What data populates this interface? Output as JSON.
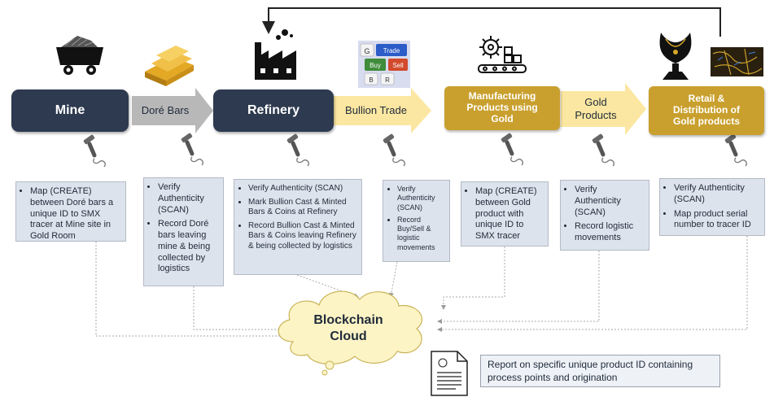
{
  "stages": [
    {
      "id": "mine",
      "label": "Mine"
    },
    {
      "id": "refinery",
      "label": "Refinery"
    },
    {
      "id": "manufacturing",
      "label": "Manufacturing\nProducts using\nGold"
    },
    {
      "id": "retail",
      "label": "Retail &\nDistribution of\nGold products"
    }
  ],
  "arrows": {
    "dore_bars": "Doré Bars",
    "bullion_trade": "Bullion Trade",
    "gold_products": "Gold\nProducts"
  },
  "trade_icon": {
    "keys": [
      "G",
      "Trade",
      "Buy",
      "Sell",
      "B",
      "R"
    ]
  },
  "boxes": {
    "mine": [
      "Map (CREATE) between Doré bars a unique ID to SMX tracer at Mine site in Gold Room"
    ],
    "dore": [
      "Verify Authenticity (SCAN)",
      "Record Doré bars leaving mine & being collected by logistics"
    ],
    "refinery": [
      "Verify Authenticity (SCAN)",
      "Mark Bullion Cast & Minted Bars & Coins at Refinery",
      "Record Bullion Cast & Minted Bars & Coins leaving Refinery & being collected by logistics"
    ],
    "trade": [
      "Verify Authenticity (SCAN)",
      "Record Buy/Sell & logistic movements"
    ],
    "manufacturing": [
      "Map (CREATE) between Gold product with unique ID to SMX tracer"
    ],
    "gold_products": [
      "Verify Authenticity (SCAN)",
      "Record logistic movements"
    ],
    "retail": [
      "Verify Authenticity (SCAN)",
      "Map product serial number to tracer ID"
    ]
  },
  "cloud": {
    "label": "Blockchain\nCloud"
  },
  "report": {
    "text": "Report on specific unique product ID containing process points and origination"
  },
  "colors": {
    "dark": "#2d3a4f",
    "gold": "#c9a02e",
    "arrow_grey": "#b8b8b8",
    "arrow_yellow": "#fbe7a1",
    "box_fill": "#dde3ec",
    "cloud": "#fdf4c6"
  },
  "icons": [
    "mine-cart-icon",
    "gold-bars-icon",
    "factory-icon",
    "trading-keyboard-icon",
    "gear-conveyor-icon",
    "necklace-bust-icon",
    "gold-map-icon",
    "barcode-scanner-icon",
    "report-document-icon"
  ]
}
